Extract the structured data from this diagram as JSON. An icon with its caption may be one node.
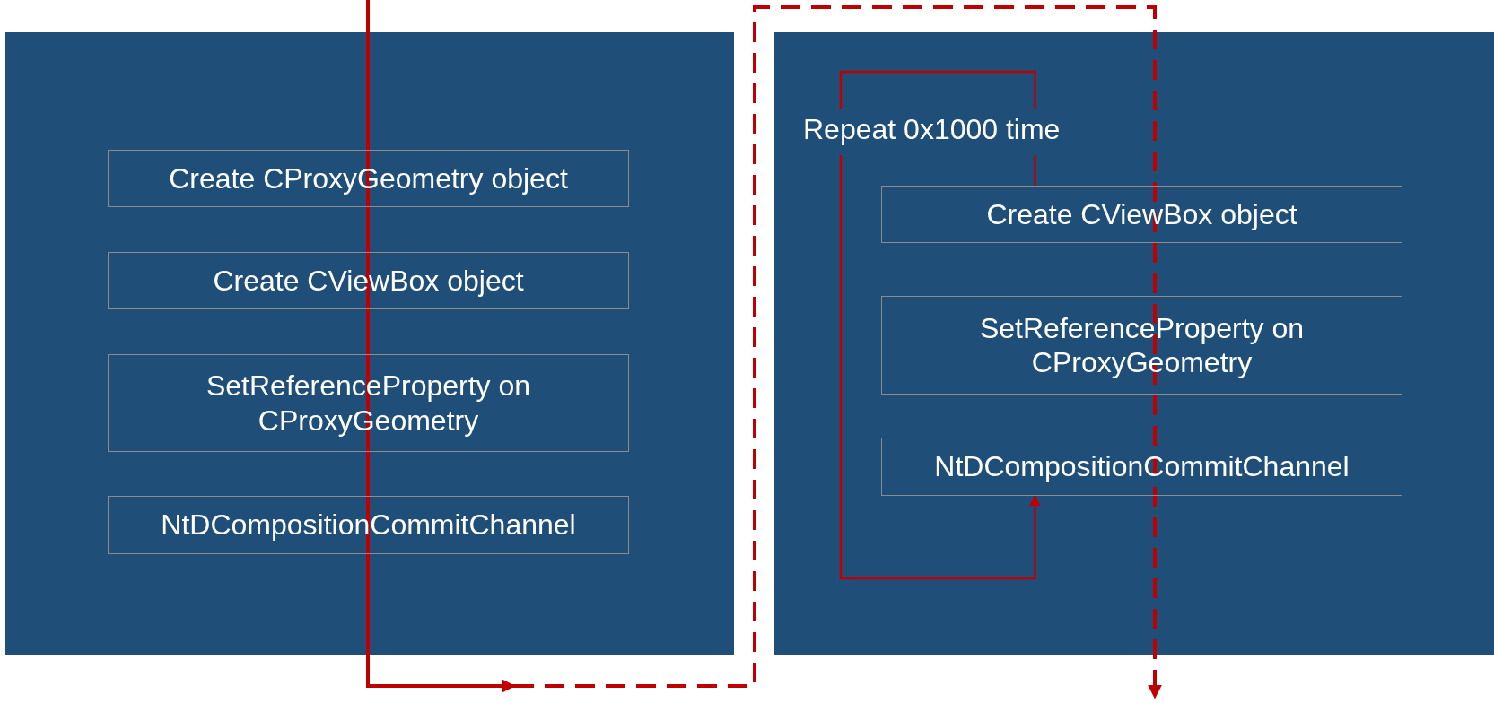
{
  "diagram": {
    "nodes": [
      {
        "text": [],
        "shape": "box"
      },
      {
        "text": [
          "Create CProxyGeometry object"
        ],
        "in": 0
      },
      {
        "text": [
          "Create CViewBox object"
        ],
        "in": 0
      },
      {
        "text": [
          "SetReferenceProperty on CProxyGeometry"
        ],
        "in": 0
      },
      {
        "text": [
          "NtDCompositionCommitChannel"
        ],
        "in": 0
      },
      {
        "text": [],
        "shape": "box"
      },
      {
        "text": [
          "Create CViewBox object"
        ],
        "in": 5
      },
      {
        "text": [
          "SetReferenceProperty on CProxyGeometry"
        ],
        "in": 5
      },
      {
        "text": [
          "NtDCompositionCommitChannel"
        ],
        "in": 5
      }
    ],
    "edges": [
      {
        "from": 6,
        "to": 8,
        "arrow": "to",
        "label": "Repeat 0x1000 time"
      }
    ]
  }
}
